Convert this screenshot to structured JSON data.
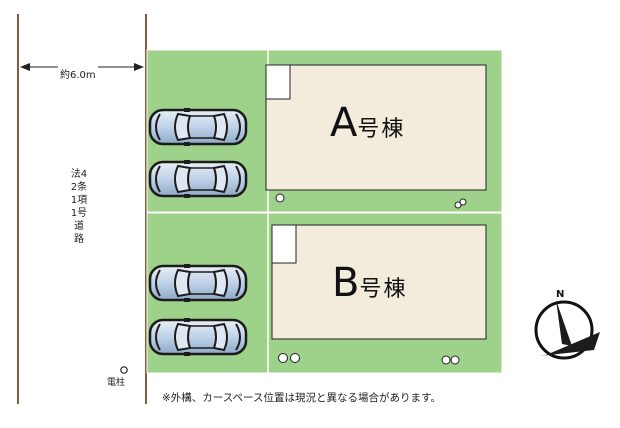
{
  "road": {
    "width_label": "約6.0m",
    "type_label": "法42条1項1号道路",
    "pole_label": "電柱"
  },
  "lots": [
    {
      "letter": "A",
      "suffix": "号棟"
    },
    {
      "letter": "B",
      "suffix": "号棟"
    }
  ],
  "compass": {
    "north_label": "N"
  },
  "note": "※外構、カースペース位置は現況と異なる場合があります。",
  "colors": {
    "lot_green": "#9ed18a",
    "building_beige": "#f3ecdc",
    "car_blue": "#bcd3ea",
    "road_line": "#8a5a3c"
  }
}
